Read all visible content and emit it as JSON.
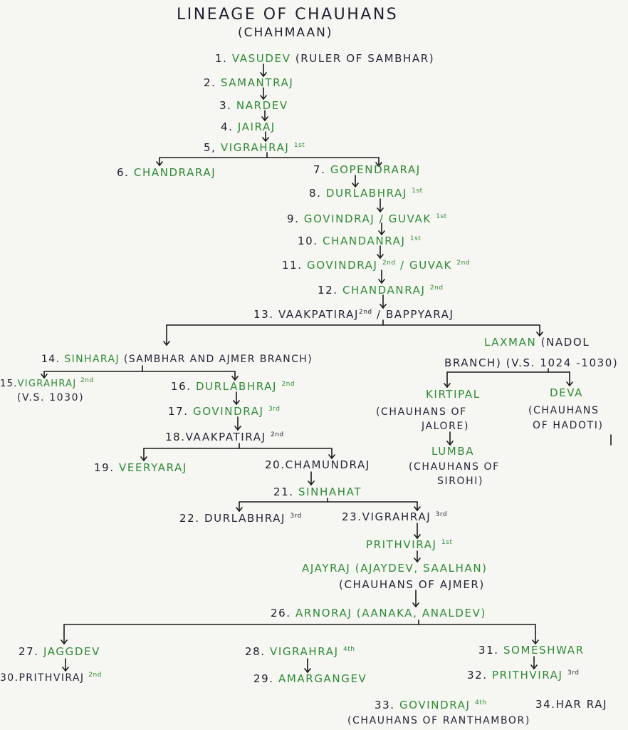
{
  "title": "LINEAGE OF CHAUHANS",
  "subtitle": "(CHAHMAAN)",
  "persons": [
    {
      "id": "p1",
      "num": "1.",
      "name": "VASUDEV",
      "note": "(RULER OF SAMBHAR)"
    },
    {
      "id": "p2",
      "num": "2.",
      "name": "SAMANTRAJ"
    },
    {
      "id": "p3",
      "num": "3.",
      "name": "NARDEV"
    },
    {
      "id": "p4",
      "num": "4.",
      "name": "JAIRAJ"
    },
    {
      "id": "p5",
      "num": "5,",
      "name": "VIGRAHRAJ",
      "sup": "1st"
    },
    {
      "id": "p6",
      "num": "6.",
      "name": "CHANDRARAJ"
    },
    {
      "id": "p7",
      "num": "7.",
      "name": "GOPENDRARAJ"
    },
    {
      "id": "p8",
      "num": "8.",
      "name": "DURLABHRAJ",
      "sup": "1st"
    },
    {
      "id": "p9",
      "num": "9.",
      "name": "GOVINDRAJ / GUVAK",
      "sup": "1st"
    },
    {
      "id": "p10",
      "num": "10.",
      "name": "CHANDANRAJ",
      "sup": "1st"
    },
    {
      "id": "p11",
      "num": "11.",
      "name": "GOVINDRAJ",
      "sup": "2nd",
      "name2": "/ GUVAK",
      "sup2": "2nd"
    },
    {
      "id": "p12",
      "num": "12.",
      "name": "CHANDANRAJ",
      "sup": "2nd"
    },
    {
      "id": "p13",
      "num": "13.",
      "name": "VAAKPATIRAJ",
      "sup": "2nd",
      "name2": "/ BAPPYARAJ"
    },
    {
      "id": "p14",
      "num": "14.",
      "name": "SINHARAJ",
      "note": "(SAMBHAR AND AJMER BRANCH)"
    },
    {
      "id": "pl",
      "num": "",
      "name": "LAXMAN",
      "note": "(NADOL",
      "note2": "BRANCH) (V.S. 1024 -1030)"
    },
    {
      "id": "p15",
      "num": "15.",
      "name": "VIGRAHRAJ",
      "sup": "2nd",
      "note2": "(V.S. 1030)"
    },
    {
      "id": "p16",
      "num": "16.",
      "name": "DURLABHRAJ",
      "sup": "2nd"
    },
    {
      "id": "p17",
      "num": "17.",
      "name": "GOVINDRAJ",
      "sup": "3rd"
    },
    {
      "id": "p18",
      "num": "18.",
      "name": "VAAKPATIRAJ",
      "sup": "2nd"
    },
    {
      "id": "p19",
      "num": "19.",
      "name": "VEERYARAJ"
    },
    {
      "id": "p20",
      "num": "20.",
      "name": "CHAMUNDRAJ"
    },
    {
      "id": "p21",
      "num": "21.",
      "name": "SINHAHAT"
    },
    {
      "id": "p22",
      "num": "22.",
      "name": "DURLABHRAJ",
      "sup": "3rd"
    },
    {
      "id": "p23",
      "num": "23.",
      "name": "VIGRAHRAJ",
      "sup": "3rd"
    },
    {
      "id": "pk",
      "num": "",
      "name": "KIRTIPAL",
      "note": "(CHAUHANS OF",
      "note2": "JALORE)"
    },
    {
      "id": "pd",
      "num": "",
      "name": "DEVA",
      "note": "(CHAUHANS",
      "note2": "OF HADOTI)"
    },
    {
      "id": "plu",
      "num": "",
      "name": "LUMBA",
      "note": "(CHAUHANS OF",
      "note2": "SIROHI)"
    },
    {
      "id": "pp1",
      "num": "",
      "name": "PRITHVIRAJ",
      "sup": "1st"
    },
    {
      "id": "paj",
      "num": "",
      "name": "AJAYRAJ (AJAYDEV, SAALHAN)",
      "note": "(CHAUHANS OF AJMER)"
    },
    {
      "id": "p26",
      "num": "26.",
      "name": "ARNORAJ (AANAKA, ANALDEV)"
    },
    {
      "id": "p27",
      "num": "27.",
      "name": "JAGGDEV"
    },
    {
      "id": "p28",
      "num": "28.",
      "name": "VIGRAHRAJ",
      "sup": "4th"
    },
    {
      "id": "p31",
      "num": "31.",
      "name": "SOMESHWAR"
    },
    {
      "id": "p30",
      "num": "30.",
      "name": "PRITHVIRAJ",
      "sup": "2nd"
    },
    {
      "id": "p29",
      "num": "29.",
      "name": "AMARGANGEV"
    },
    {
      "id": "p32",
      "num": "32.",
      "name": "PRITHVIRAJ",
      "sup": "3rd"
    },
    {
      "id": "p33",
      "num": "33.",
      "name": "GOVINDRAJ",
      "sup": "4th",
      "note": "(CHAUHANS OF RANTHAMBOR)"
    },
    {
      "id": "p34",
      "num": "34.",
      "name": "HAR RAJ"
    }
  ],
  "colors": {
    "name": "#2f8a36",
    "number": "#1d1d2a",
    "note": "#26263a",
    "line": "#1a1a1a"
  }
}
